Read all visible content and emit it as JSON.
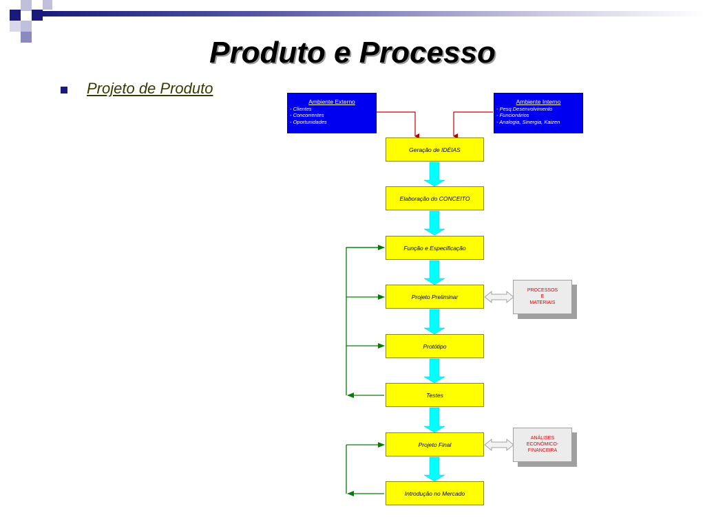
{
  "slide": {
    "title": "Produto e Processo",
    "subtitle": "Projeto de Produto"
  },
  "ambiente_externo": {
    "title": "Ambiente Externo",
    "items": [
      "- Clientes",
      "- Concorrentes",
      "- Oportunidades"
    ]
  },
  "ambiente_interno": {
    "title": "Ambiente Interno",
    "items": [
      "- Pesq.Desenvolvimento",
      "- Funcionários",
      "-  Analogia, Sinergia, Kaizen"
    ]
  },
  "steps": [
    "Geração de IDÉIAS",
    "Elaboração do CONCEITO",
    "Função e Especificação",
    "Projeto Preliminar",
    "Protótipo",
    "Testes",
    "Projeto Final",
    "Introdução no Mercado"
  ],
  "side_boxes": {
    "processos": [
      "PROCESSOS",
      "E",
      "MATERIAIS"
    ],
    "analises": [
      "ANÁLISES",
      "ECONÔMICO-",
      "FINANCEIRA"
    ]
  },
  "colors": {
    "step_fill": "#ffff00",
    "flow_arrow": "#00ffff",
    "feedback_arrow": "#008000",
    "input_arrow": "#c00000",
    "env_box": "#0000f0",
    "side_text": "#e00000"
  }
}
